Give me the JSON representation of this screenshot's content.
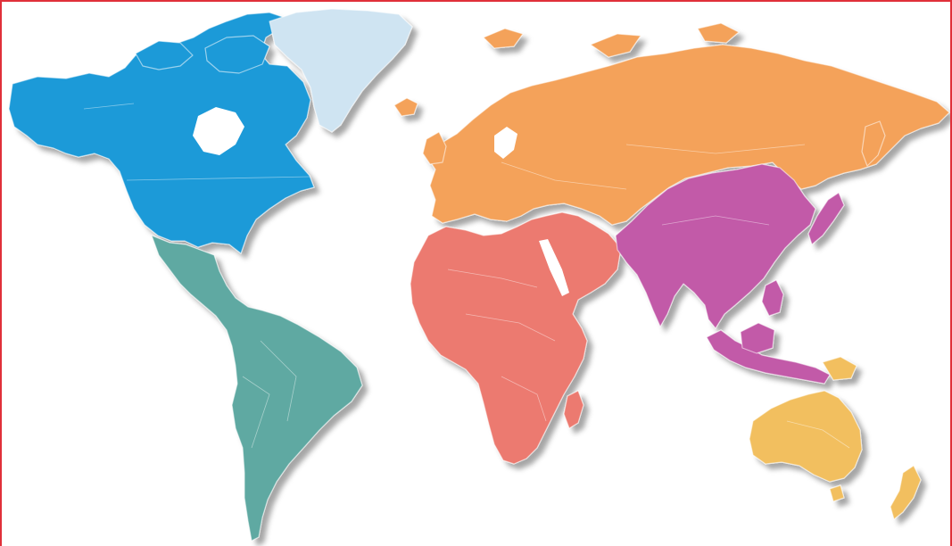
{
  "map": {
    "style": "world map colored by continent",
    "colors": {
      "frame": "#e0303a",
      "north_america": "#1e9ad8",
      "greenland": "#cfe4f2",
      "central_south_america": "#5fa9a2",
      "europe_north_asia": "#f4a25a",
      "africa_middle_east": "#ec7a6f",
      "south_east_asia": "#c25aa8",
      "oceania": "#f2bf5e",
      "background": "#ffffff"
    },
    "regions": [
      {
        "name": "north-america",
        "color_key": "north_america"
      },
      {
        "name": "greenland",
        "color_key": "greenland"
      },
      {
        "name": "central-south-america",
        "color_key": "central_south_america"
      },
      {
        "name": "europe-north-asia",
        "color_key": "europe_north_asia"
      },
      {
        "name": "africa-middle-east",
        "color_key": "africa_middle_east"
      },
      {
        "name": "south-east-asia",
        "color_key": "south_east_asia"
      },
      {
        "name": "oceania",
        "color_key": "oceania"
      }
    ]
  }
}
